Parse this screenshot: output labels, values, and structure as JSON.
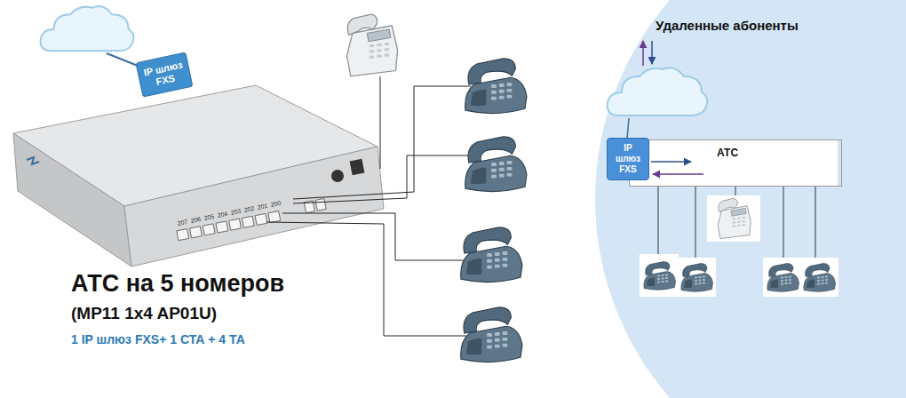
{
  "diagram": {
    "nodes": [
      {
        "text": [
          "IP шлюз FXS"
        ]
      },
      {
        "text": [
          "Удаленные абоненты"
        ]
      },
      {
        "text": [
          "АТС"
        ],
        "in": 1
      },
      {
        "text": [
          "IP шлюз FXS"
        ],
        "in": 1
      }
    ],
    "labels": [
      "АТС на 5 номеров",
      "(MP11 1x4 AP01U)",
      "1 IP шлюз FXS+ 1 СТА + 4 ТА",
      "207",
      "206",
      "205",
      "204",
      "203",
      "202",
      "201",
      "200"
    ]
  }
}
